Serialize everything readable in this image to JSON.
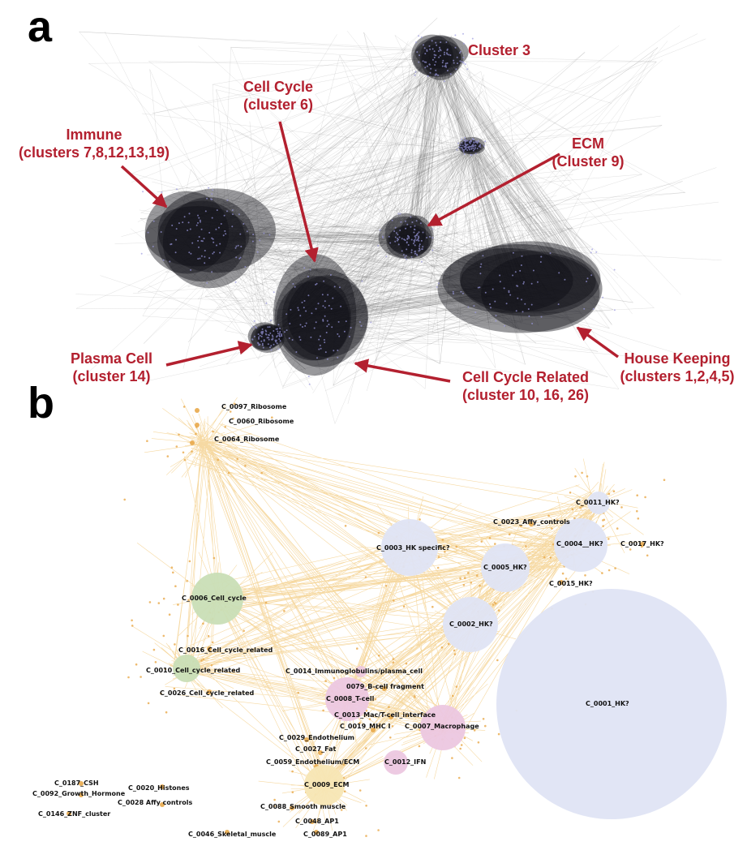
{
  "panel_a": {
    "letter": "a",
    "labels": {
      "cluster3": [
        "Cluster 3"
      ],
      "cellcycle": [
        "Cell Cycle",
        "(cluster 6)"
      ],
      "immune": [
        "Immune",
        "(clusters 7,8,12,13,19)"
      ],
      "ecm": [
        "ECM",
        "(Cluster 9)"
      ],
      "plasma": [
        "Plasma Cell",
        "(cluster 14)"
      ],
      "housekeeping": [
        "House Keeping",
        "(clusters 1,2,4,5)"
      ],
      "ccrelated": [
        "Cell Cycle Related",
        "(cluster 10, 16, 26)"
      ]
    },
    "label_color": "#b3202f"
  },
  "panel_b": {
    "letter": "b",
    "node_labels": {
      "n97": "C_0097_Ribosome",
      "n60": "C_0060_Ribosome",
      "n64": "C_0064_Ribosome",
      "n23": "C_0023_Affy_controls",
      "n11": "C_0011_HK?",
      "n4": "C_0004__HK?",
      "n17": "C_0017_HK?",
      "n3": "C_0003_HK specific?",
      "n5": "C_0005_HK?",
      "n15": "C_0015_HK?",
      "n6": "C_0006_Cell_cycle",
      "n2": "C_0002_HK?",
      "n16": "C_0016_Cell_cycle_related",
      "n10": "C_0010_Cell_cycle_related",
      "n14": "C_0014_Immunoglobulins/plasma_cell",
      "n79": "0079_B-cell fragment",
      "n8": "C_0008_T-cell",
      "n26": "C_0026_Cell_cycle_related",
      "n1": "C_0001_HK?",
      "n13": "C_0013_Mac/T-cell_interface",
      "n19": "C_0019_MHC I",
      "n7": "C_0007_Macrophage",
      "n29": "C_0029_Endothelium",
      "n27": "C_0027_Fat",
      "n59": "C_0059_Endothelium/ECM",
      "n12": "C_0012_IFN",
      "n9": "C_0009_ECM",
      "n187": "C_0187_CSH",
      "n20": "C_0020_Histones",
      "n92": "C_0092_Growth_Hormone",
      "n28": "C_0028 Affy controls",
      "n88": "C_0088_Smooth muscle",
      "n146": "C_0146_ZNF_cluster",
      "n48": "C_0048_AP1",
      "n46": "C_0046_Skeletal_muscle",
      "n89": "C_0089_AP1"
    },
    "colors": {
      "housekeeping": "#dfe4f4",
      "cellcycle": "#c9deb6",
      "immune": "#ecc7e0",
      "edge": "#f2c97a"
    }
  }
}
